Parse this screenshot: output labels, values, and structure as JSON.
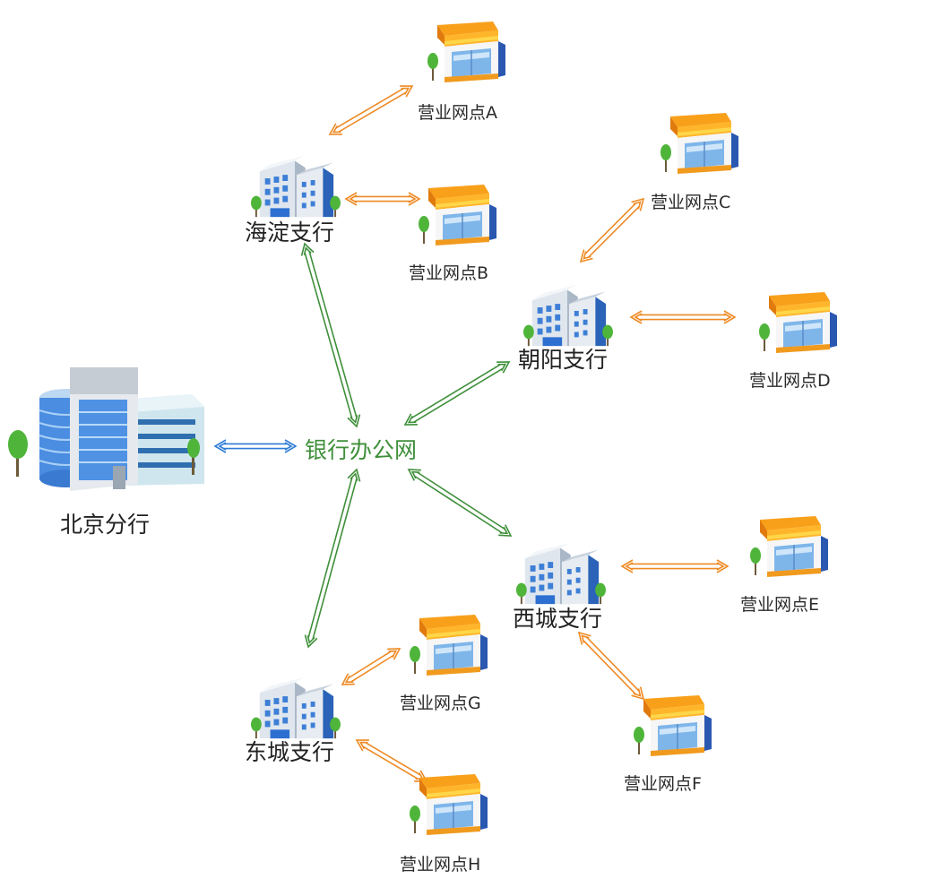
{
  "colors": {
    "hq_link": "#2e7cd6",
    "hub_link": "#3f8f3a",
    "outlet_link": "#ee8a24",
    "hub_text": "#3f8f3a"
  },
  "icons": {
    "hq": "office-tower-icon",
    "branch": "bank-building-icon",
    "outlet": "shop-icon"
  },
  "hq": {
    "label": "北京分行"
  },
  "hub": {
    "label": "银行办公网"
  },
  "branches": [
    {
      "id": "haidian",
      "label": "海淀支行",
      "outlets": [
        {
          "label": "营业网点A"
        },
        {
          "label": "营业网点B"
        }
      ]
    },
    {
      "id": "chaoyang",
      "label": "朝阳支行",
      "outlets": [
        {
          "label": "营业网点C"
        },
        {
          "label": "营业网点D"
        }
      ]
    },
    {
      "id": "xicheng",
      "label": "西城支行",
      "outlets": [
        {
          "label": "营业网点E"
        },
        {
          "label": "营业网点F"
        }
      ]
    },
    {
      "id": "dongcheng",
      "label": "东城支行",
      "outlets": [
        {
          "label": "营业网点G"
        },
        {
          "label": "营业网点H"
        }
      ]
    }
  ]
}
